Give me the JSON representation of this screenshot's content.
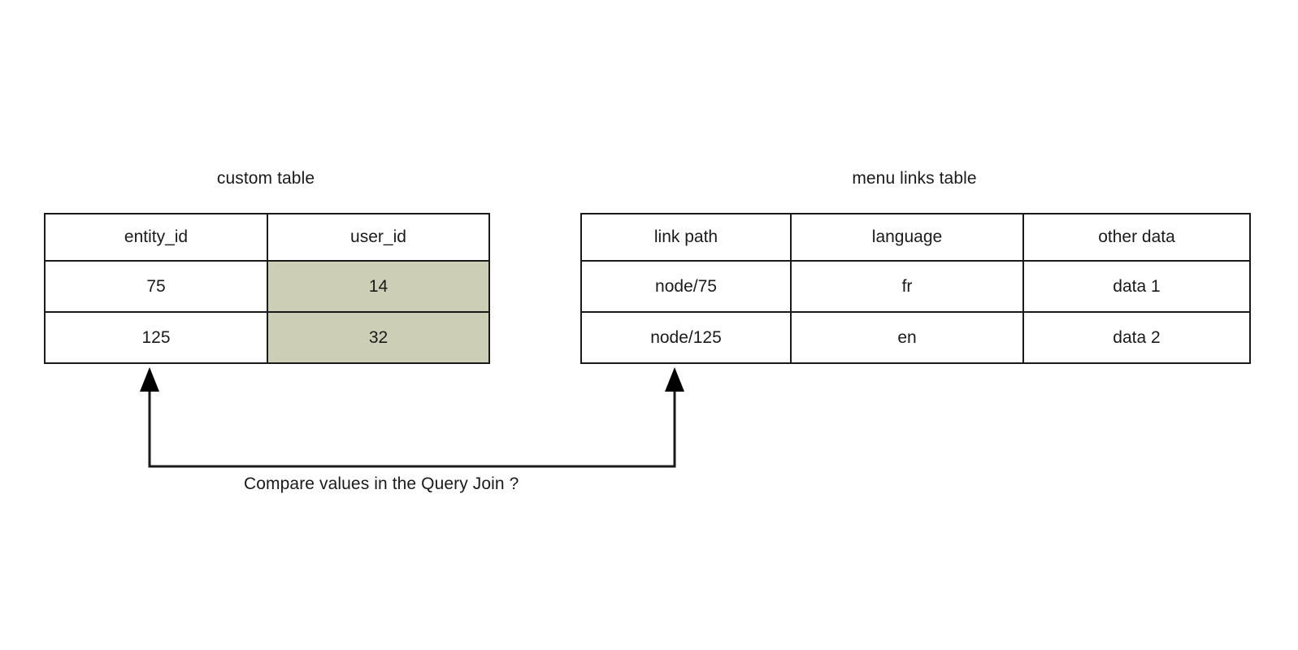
{
  "diagram": {
    "background_color": "#ffffff",
    "line_color": "#1a1a1a",
    "highlight_color": "#ccceb5",
    "caption": "Compare values in the Query Join ?"
  },
  "custom_table": {
    "title": "custom table",
    "columns": [
      "entity_id",
      "user_id"
    ],
    "rows": [
      {
        "entity_id": "75",
        "user_id": "14"
      },
      {
        "entity_id": "125",
        "user_id": "32"
      }
    ],
    "highlighted_column": "user_id"
  },
  "menu_links_table": {
    "title": "menu links table",
    "columns": [
      "link path",
      "language",
      "other data"
    ],
    "rows": [
      {
        "link_path": "node/75",
        "language": "fr",
        "other_data": "data 1"
      },
      {
        "link_path": "node/125",
        "language": "en",
        "other_data": "data 2"
      }
    ]
  },
  "connector": {
    "type": "double-headed-u-arrow",
    "from": "custom table",
    "to": "menu links table",
    "label": "Compare values in the Query Join ?"
  }
}
